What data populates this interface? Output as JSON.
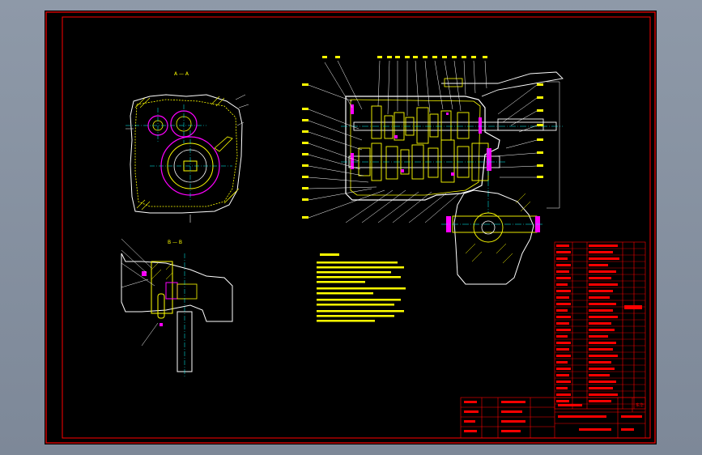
{
  "colors": {
    "background": "#000000",
    "frame": "#ff0000",
    "outline": "#ffffff",
    "hatch": "#ffff00",
    "part": "#ff00ff",
    "center": "#00ffff",
    "title_block": "#ff0000",
    "notes": "#ffff00"
  },
  "views": {
    "section_a_label": "A — A",
    "section_b_label": "B — B"
  },
  "title_block": {
    "logo_cell": "东华"
  }
}
